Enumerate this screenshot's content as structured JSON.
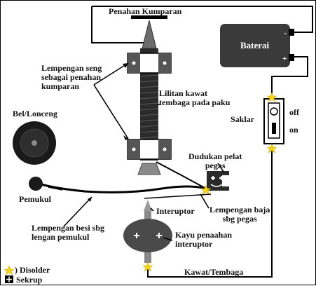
{
  "labels": {
    "penahan_kumparan": "Penahan  Kumparan",
    "baterai": "Baterai",
    "lempengan_seng": "Lempengan seng\nsebagai penahan\nkumparan",
    "lilitan_kawat": "Lilitan kawat\ntembaga pada paku",
    "bel_lonceng": "Bel/Lonceng",
    "saklar": "Saklar",
    "off": "off",
    "on": "on",
    "dudukan_pelat": "Dudukan pelat\npegas",
    "pemukul": "Pemukul",
    "interuptor": "Interuptor",
    "lempengan_baja": "Lempengan baja\nsbg pegas",
    "lempengan_besi": "Lempengan besi sbg\nlengan pemukul",
    "kayu_penahan": "Kayu penaahan\ninteruptor",
    "kawat_tembaga": "Kawat/Tembaga",
    "battery_minus": "-",
    "battery_plus": "+"
  },
  "legend": {
    "disolder": ") Disolder",
    "sekrup": "Sekrup"
  },
  "colors": {
    "line": "#000000",
    "battery": "#3a3a3a",
    "coil": "#2b2b2b",
    "solder": "#f2d21a",
    "bell": "#1a1a1a"
  }
}
